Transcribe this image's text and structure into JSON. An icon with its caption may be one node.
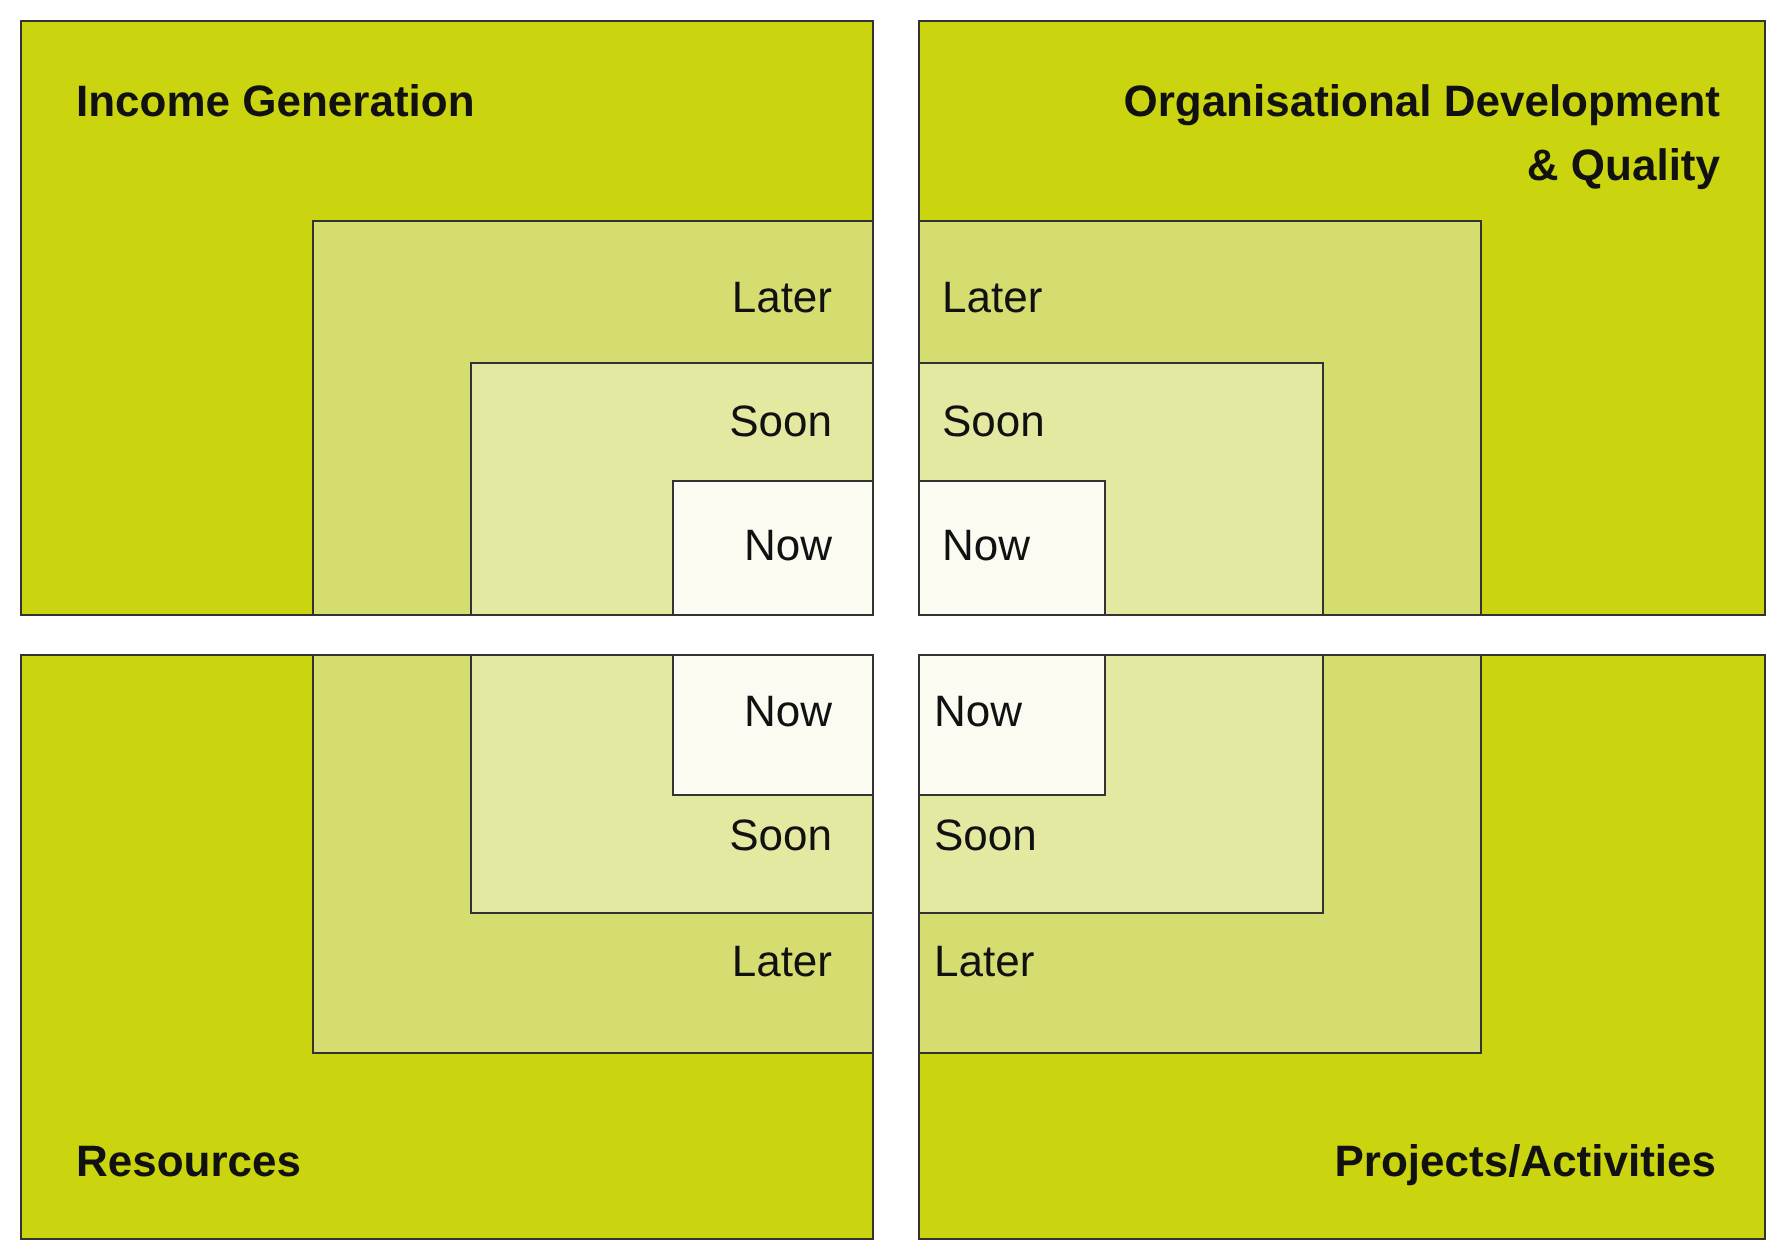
{
  "diagram": {
    "nodes": [
      {
        "text": [
          "Income Generation"
        ]
      },
      {
        "text": [
          "Later"
        ],
        "in": 0
      },
      {
        "text": [
          "Soon"
        ],
        "in": 1
      },
      {
        "text": [
          "Now"
        ],
        "in": 2
      },
      {
        "text": [
          "Organisational Development & Quality"
        ]
      },
      {
        "text": [
          "Later"
        ],
        "in": 4
      },
      {
        "text": [
          "Soon"
        ],
        "in": 5
      },
      {
        "text": [
          "Now"
        ],
        "in": 6
      },
      {
        "text": [
          "Resources"
        ]
      },
      {
        "text": [
          "Later"
        ],
        "in": 8
      },
      {
        "text": [
          "Soon"
        ],
        "in": 9
      },
      {
        "text": [
          "Now"
        ],
        "in": 10
      },
      {
        "text": [
          "Projects/Activities"
        ]
      },
      {
        "text": [
          "Later"
        ],
        "in": 12
      },
      {
        "text": [
          "Soon"
        ],
        "in": 13
      },
      {
        "text": [
          "Now"
        ],
        "in": 14
      }
    ],
    "edges": []
  }
}
